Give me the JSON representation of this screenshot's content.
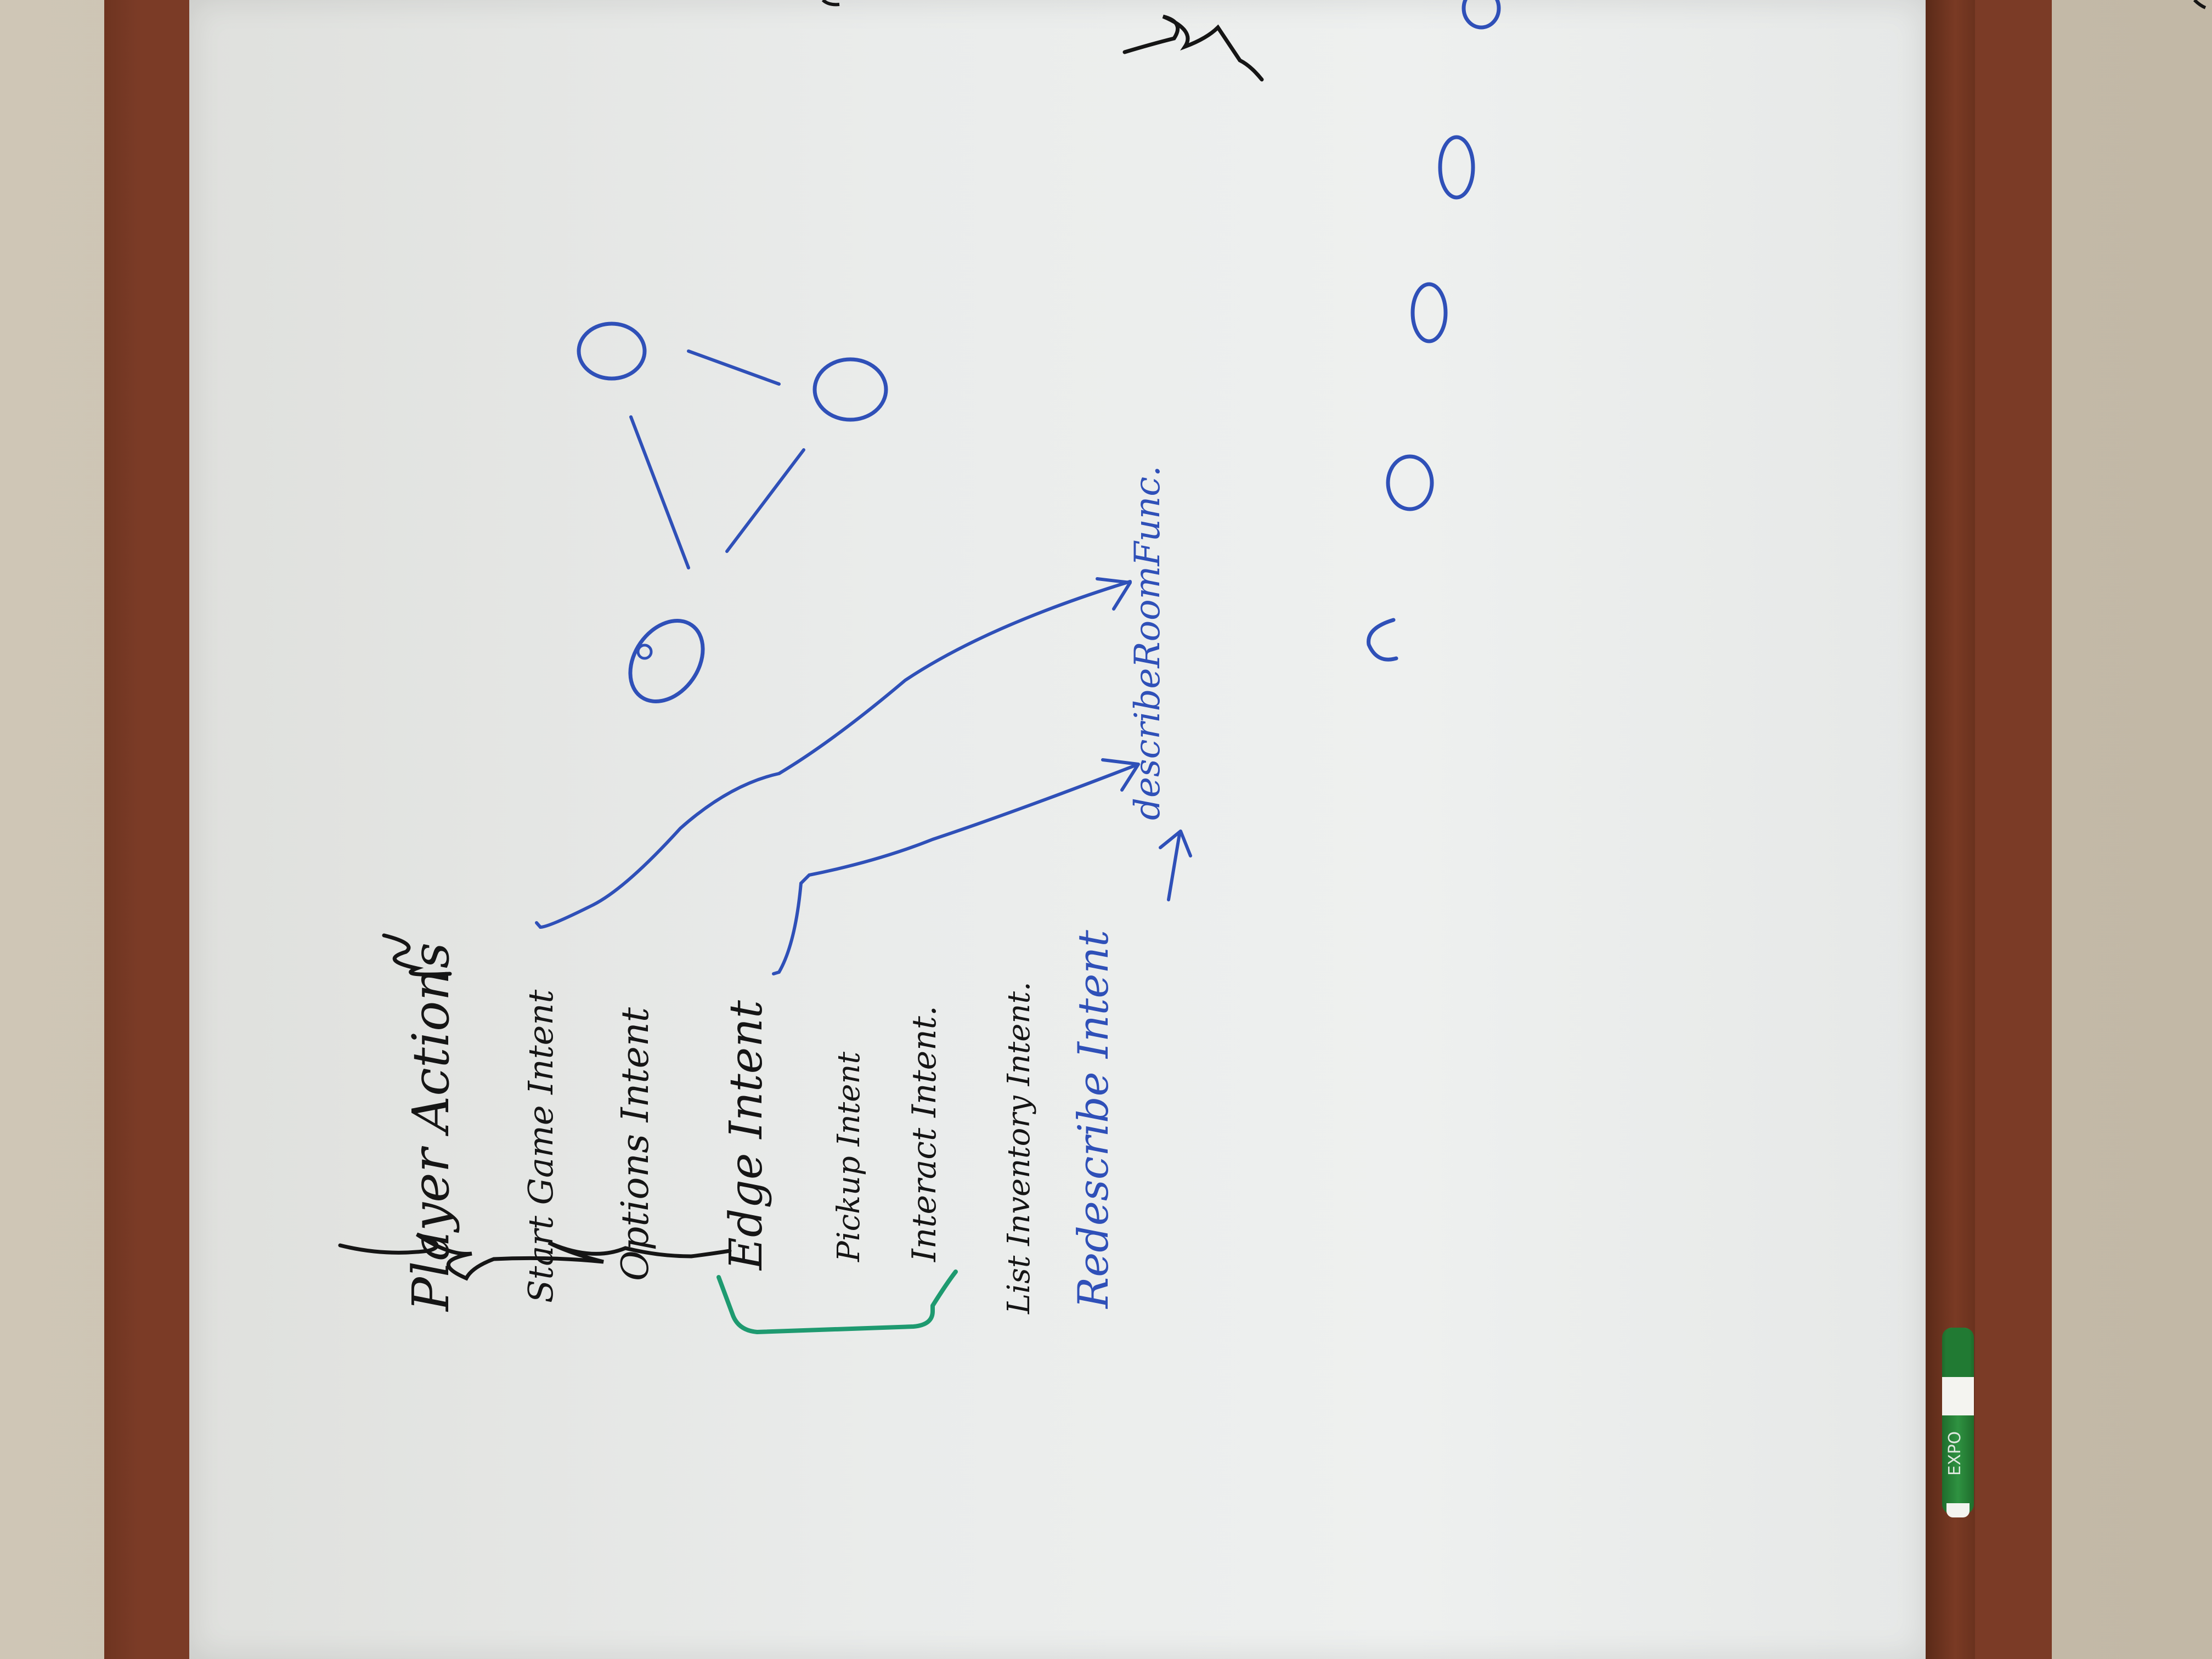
{
  "board": {
    "title": "Player Actions",
    "intents": [
      "Start Game Intent",
      "Options Intent",
      "Edge Intent",
      "Pickup Intent",
      "Interact Intent.",
      "List Inventory Intent."
    ],
    "blue_line": "Redescribe Intent",
    "target_function": "describeRoomFunc."
  },
  "marker": {
    "brand": "EXPO"
  },
  "colors": {
    "board": "#eceeed",
    "frame": "#7b3b26",
    "black_ink": "#151515",
    "blue_ink": "#2f50b8",
    "green_ink": "#1e9a70",
    "marker_green": "#2f9241"
  }
}
